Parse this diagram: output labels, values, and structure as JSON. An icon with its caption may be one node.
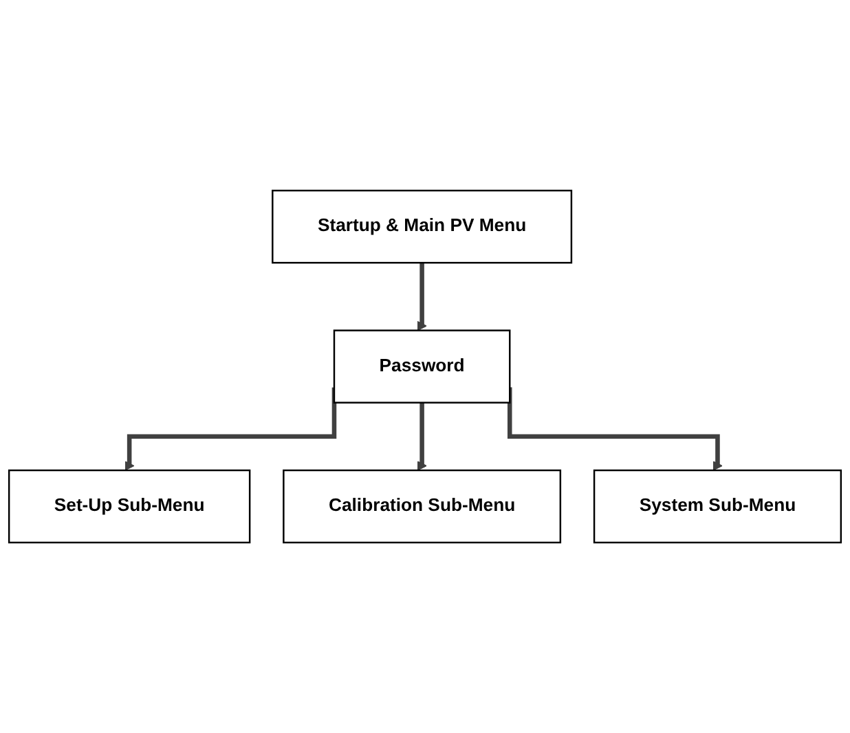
{
  "diagram": {
    "nodes": [
      {
        "text": [
          "Startup & Main PV Menu"
        ]
      },
      {
        "text": [
          "Password"
        ]
      },
      {
        "text": [
          "Set-Up Sub-Menu"
        ]
      },
      {
        "text": [
          "Calibration Sub-Menu"
        ]
      },
      {
        "text": [
          "System Sub-Menu"
        ]
      }
    ],
    "edges": [
      {
        "from": 0,
        "to": 1,
        "arrow": "to"
      },
      {
        "from": 1,
        "to": 2,
        "arrow": "to"
      },
      {
        "from": 1,
        "to": 3,
        "arrow": "to"
      },
      {
        "from": 1,
        "to": 4,
        "arrow": "to"
      }
    ]
  }
}
